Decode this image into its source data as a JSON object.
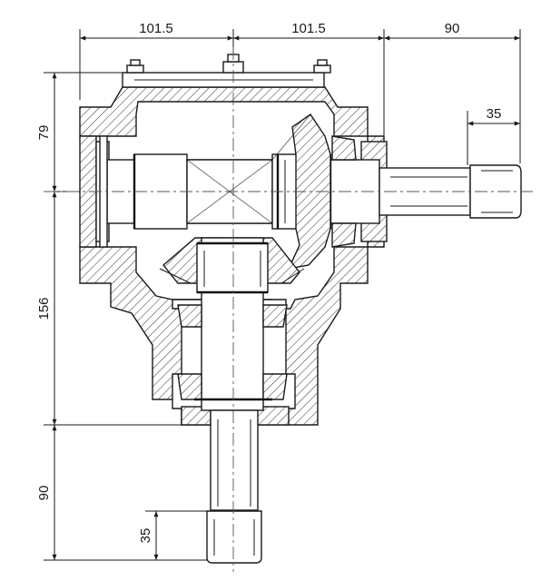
{
  "dimensions": {
    "top_left_span": "101.5",
    "top_right_span": "101.5",
    "top_shaft_extension": "90",
    "right_spline_length": "35",
    "left_upper_height": "79",
    "left_lower_height": "156",
    "bottom_shaft_extension": "90",
    "bottom_spline_length": "35"
  }
}
